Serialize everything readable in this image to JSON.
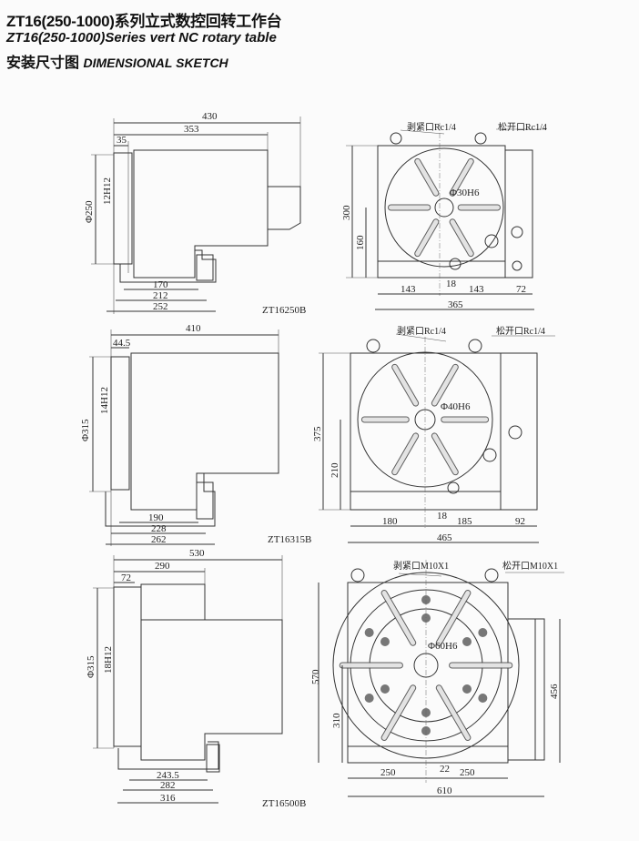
{
  "title": {
    "cn": "ZT16(250-1000)系列立式数控回转工作台",
    "en": "ZT16(250-1000)Series vert NC rotary table",
    "sketch_cn": "安装尺寸图",
    "sketch_en": "DIMENSIONAL SKETCH"
  },
  "models": [
    {
      "name": "ZT16250B",
      "side": {
        "overall": "430",
        "body": "353",
        "offset": "35",
        "diameter": "Φ250",
        "key": "12H12",
        "base_inner": "170",
        "base_mid": "212",
        "base_outer": "252"
      },
      "front": {
        "clamp_port": "剥紧口Rc1/4",
        "release_port": "松开口Rc1/4",
        "bore": "Φ30H6",
        "height": "300",
        "center_height": "160",
        "left": "143",
        "slot": "18",
        "right": "143",
        "side_box": "72",
        "width": "365"
      }
    },
    {
      "name": "ZT16315B",
      "side": {
        "overall": "410",
        "offset": "44.5",
        "diameter": "Φ315",
        "key": "14H12",
        "base_inner": "190",
        "base_mid": "228",
        "base_outer": "262"
      },
      "front": {
        "clamp_port": "剥紧口Rc1/4",
        "release_port": "松开口Rc1/4",
        "bore": "Φ40H6",
        "height": "375",
        "center_height": "210",
        "left": "180",
        "slot": "18",
        "right": "185",
        "side_box": "92",
        "width": "465"
      }
    },
    {
      "name": "ZT16500B",
      "side": {
        "overall": "530",
        "body": "290",
        "offset": "72",
        "diameter": "Φ315",
        "key": "18H12",
        "base_inner": "243.5",
        "base_mid": "282",
        "base_outer": "316"
      },
      "front": {
        "clamp_port": "剥紧口M10X1",
        "release_port": "松开口M10X1",
        "bore": "Φ60H6",
        "height": "570",
        "center_height": "310",
        "left": "250",
        "slot": "22",
        "right": "250",
        "width": "610",
        "side_height": "456"
      }
    }
  ]
}
